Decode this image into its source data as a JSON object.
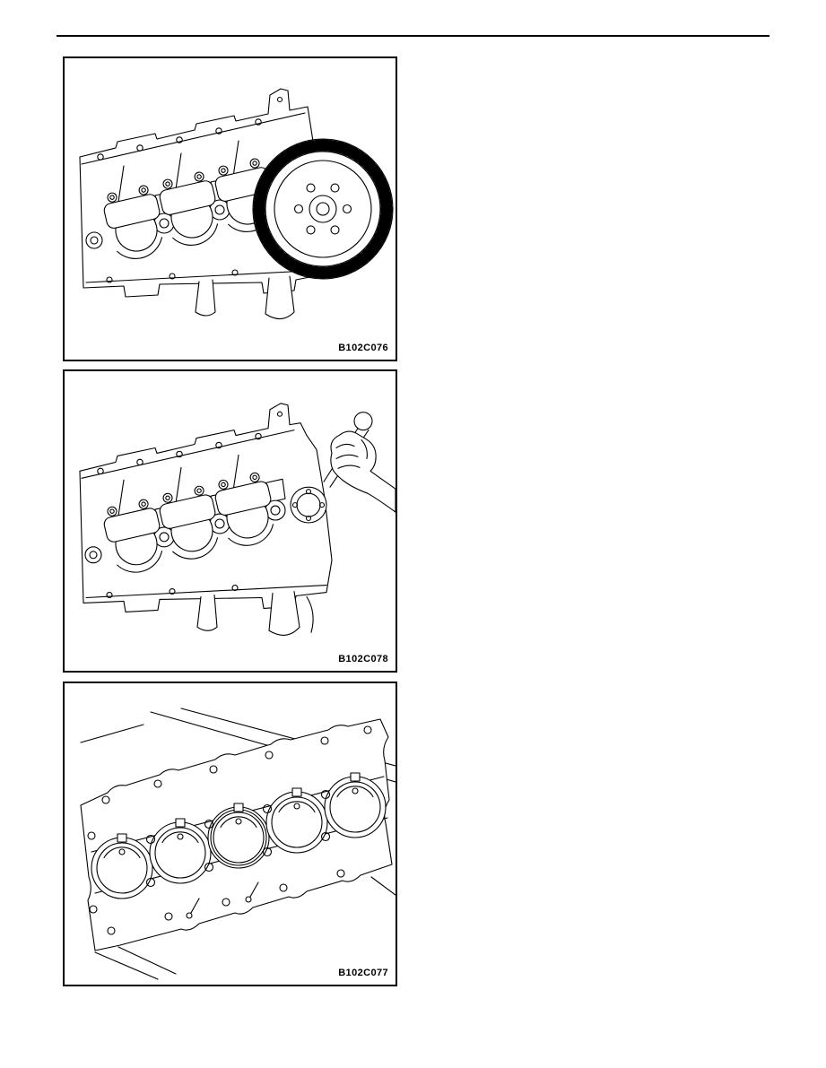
{
  "figures": [
    {
      "label": "B102C076",
      "illustration": "engine-block-crankshaft-with-flywheel-ring-gear"
    },
    {
      "label": "B102C078",
      "illustration": "engine-block-crankshaft-hand-with-tool"
    },
    {
      "label": "B102C077",
      "illustration": "engine-block-main-bearing-bores-bottom-view"
    }
  ]
}
